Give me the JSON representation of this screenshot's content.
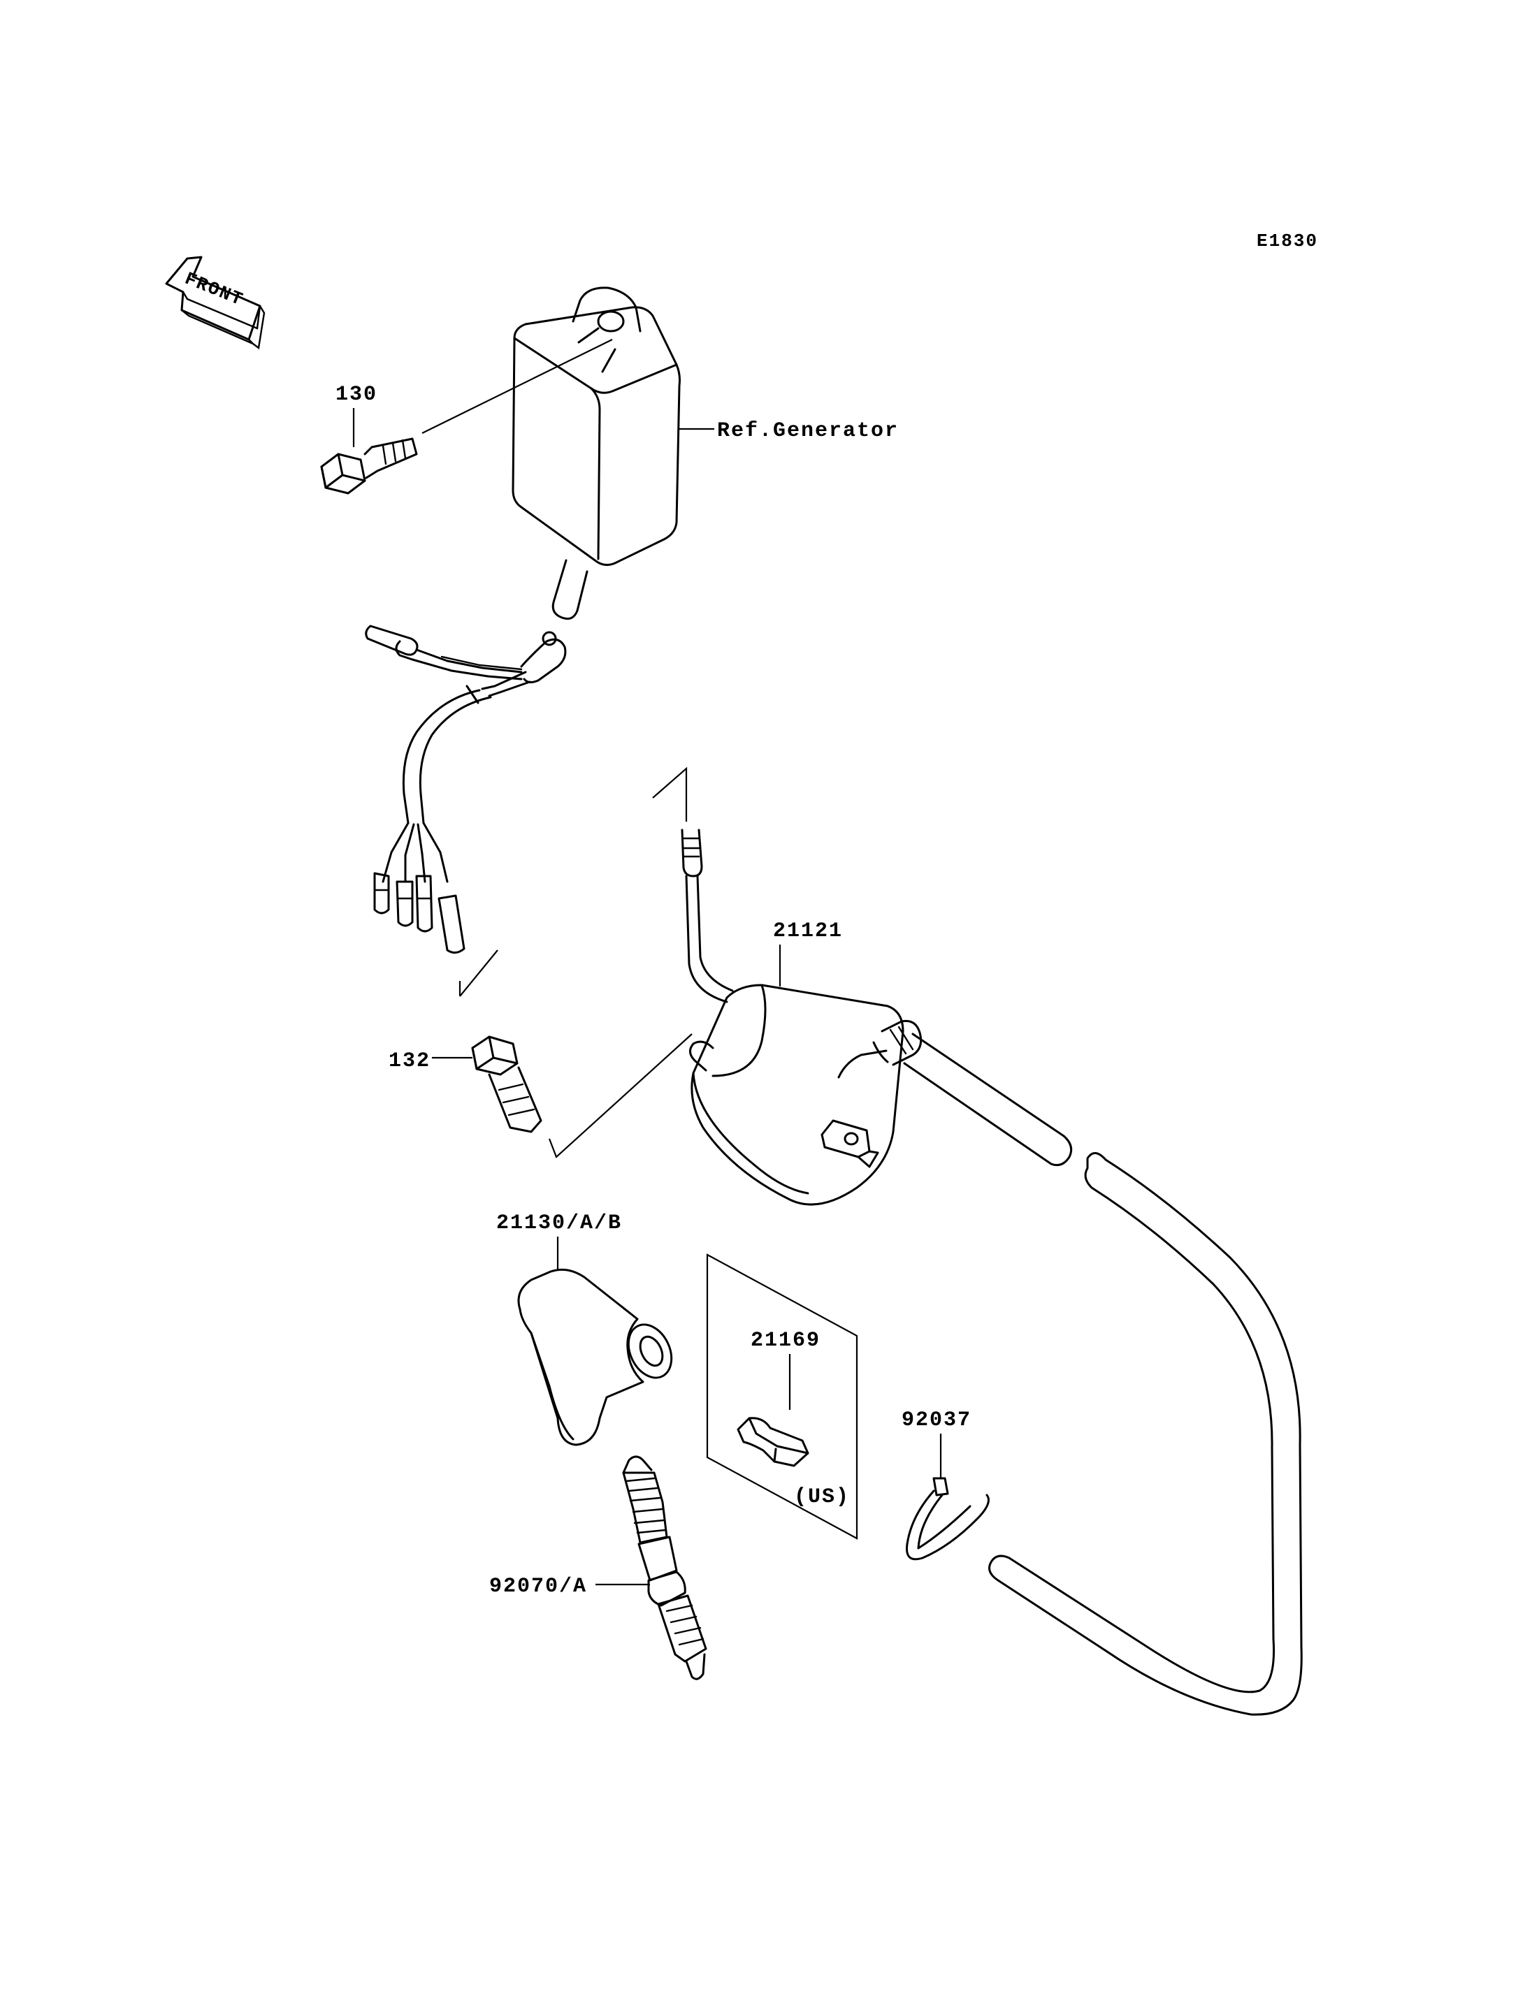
{
  "diagram_code": "E1830",
  "front_label": "FRONT",
  "labels": {
    "bolt_130": "130",
    "ref_generator": "Ref.Generator",
    "coil_21121": "21121",
    "bolt_132": "132",
    "cap_21130": "21130/A/B",
    "clip_21169": "21169",
    "us_note": "(US)",
    "band_92037": "92037",
    "plug_92070": "92070/A"
  }
}
